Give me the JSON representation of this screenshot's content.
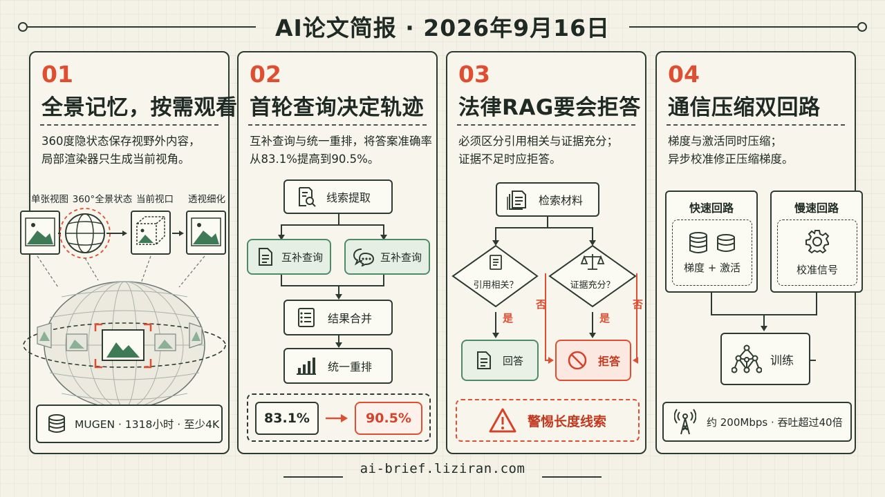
{
  "header": {
    "title": "AI论文简报 · 2026年9月16日"
  },
  "footer": {
    "url": "ai-brief.liziran.com"
  },
  "colors": {
    "accent_red": "#e04e32",
    "accent_green": "#4f8a68",
    "ink": "#1f2a24",
    "paper": "#f4f1e6"
  },
  "panels": [
    {
      "num": "01",
      "title": "全景记忆，按需观看",
      "desc": [
        "360度隐状态保存视野外内容，",
        "局部渲染器只生成当前视角。"
      ],
      "steps": [
        "单张视图",
        "360°全景状态",
        "当前视口",
        "透视细化"
      ],
      "footer": "MUGEN · 1318小时 · 至少4K"
    },
    {
      "num": "02",
      "title": "首轮查询决定轨迹",
      "desc": [
        "互补查询与统一重排，将答案准确率",
        "从83.1%提高到90.5%。"
      ],
      "nodes": {
        "extract": "线索提取",
        "query_a": "互补查询",
        "query_b": "互补查询",
        "merge": "结果合并",
        "rerank": "统一重排"
      },
      "result_before": "83.1%",
      "result_after": "90.5%"
    },
    {
      "num": "03",
      "title": "法律RAG要会拒答",
      "desc": [
        "必须区分引用相关与证据充分；",
        "证据不足时应拒答。"
      ],
      "nodes": {
        "retrieve": "检索材料",
        "relevant_q": "引用相关？",
        "sufficient_q": "证据充分？",
        "answer": "回答",
        "refuse": "拒答"
      },
      "yes": "是",
      "no": "否",
      "warning": "警惕长度线索"
    },
    {
      "num": "04",
      "title": "通信压缩双回路",
      "desc": [
        "梯度与激活同时压缩；",
        "异步校准修正压缩梯度。"
      ],
      "fast_loop": {
        "title": "快速回路",
        "label": "梯度 + 激活"
      },
      "slow_loop": {
        "title": "慢速回路",
        "label": "校准信号"
      },
      "train": "训练",
      "footer": "约 200Mbps · 吞吐超过40倍"
    }
  ]
}
